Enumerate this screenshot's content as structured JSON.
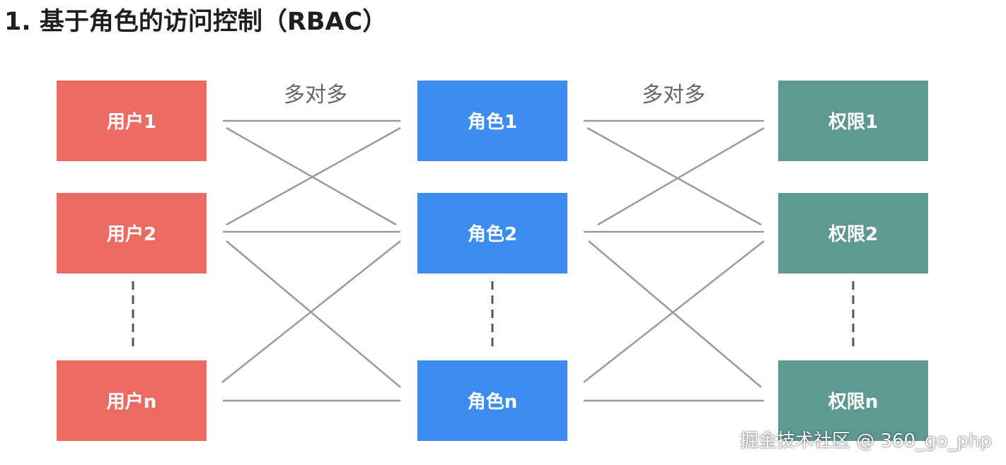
{
  "title": "1. 基于角色的访问控制（RBAC）",
  "colors": {
    "user": "#eb6b63",
    "role": "#3d8cf2",
    "permission": "#5e9a92",
    "line": "#9a9a9a",
    "dash": "#555555"
  },
  "relations": {
    "left": "多对多",
    "right": "多对多"
  },
  "users": [
    "用户1",
    "用户2",
    "用户n"
  ],
  "roles": [
    "角色1",
    "角色2",
    "角色n"
  ],
  "permissions": [
    "权限1",
    "权限2",
    "权限n"
  ],
  "watermark": "掘金技术社区 @ 360_go_php"
}
